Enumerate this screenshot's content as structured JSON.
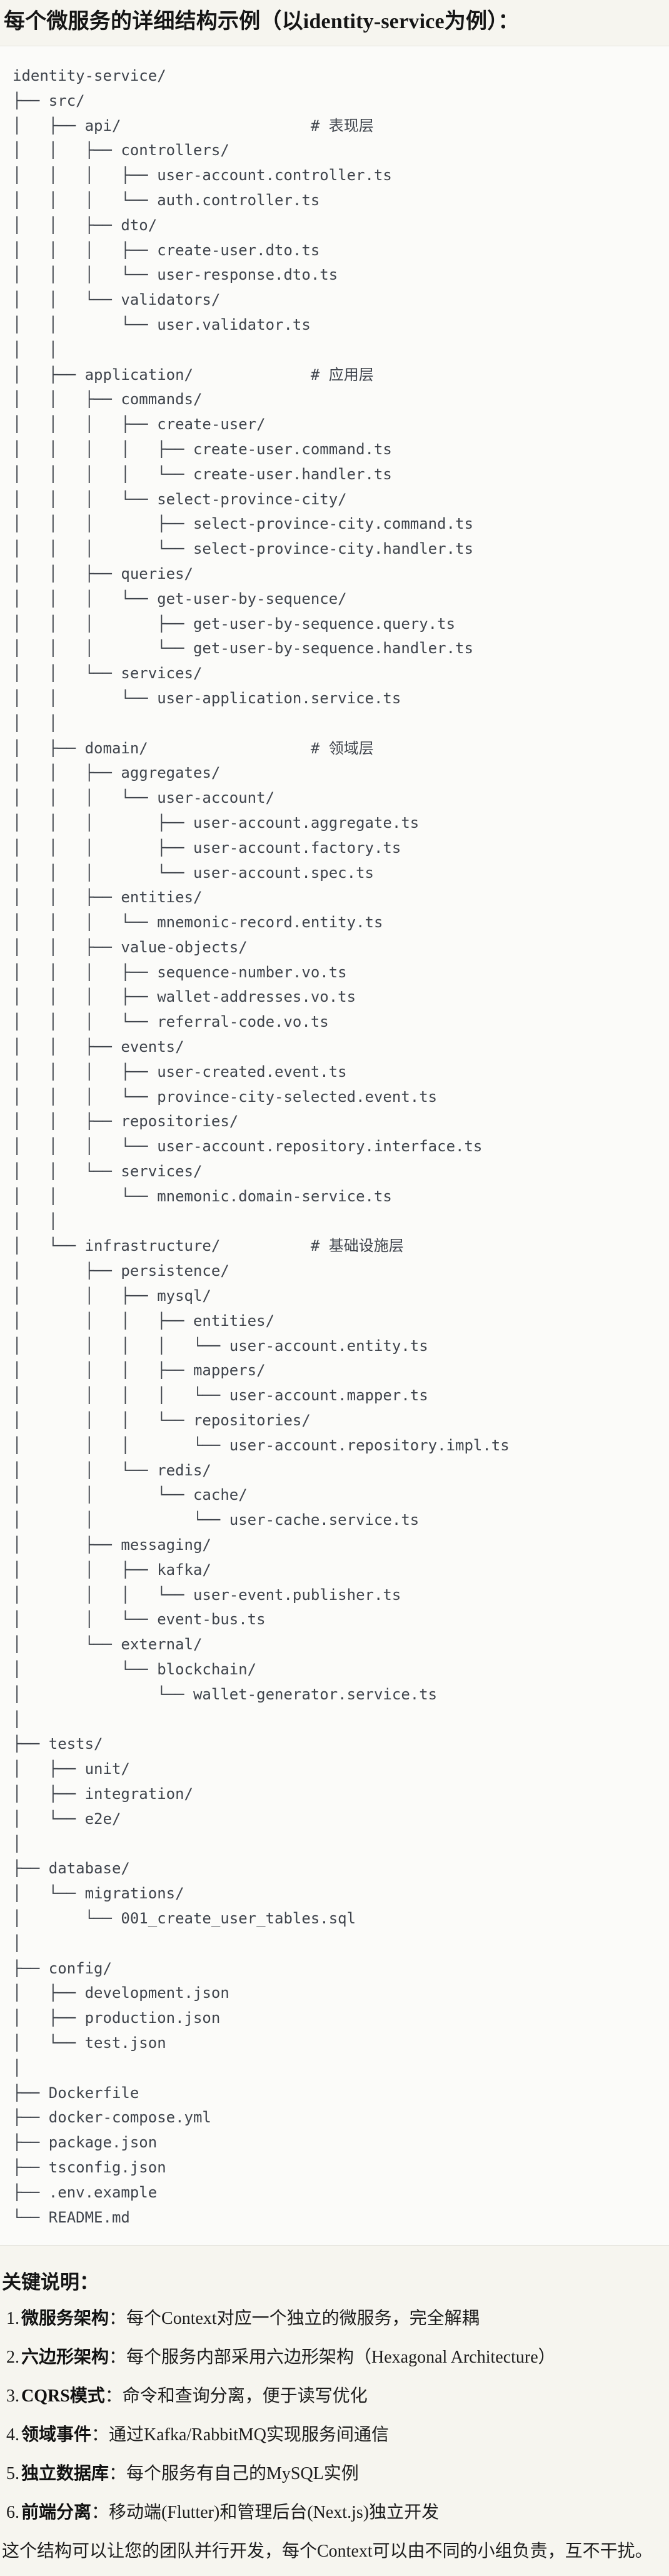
{
  "page": {
    "title": "每个微服务的详细结构示例（以identity-service为例）："
  },
  "code_block": {
    "tree_lines": [
      "identity-service/",
      "├── src/",
      "│   ├── api/                     # 表现层",
      "│   │   ├── controllers/",
      "│   │   │   ├── user-account.controller.ts",
      "│   │   │   └── auth.controller.ts",
      "│   │   ├── dto/",
      "│   │   │   ├── create-user.dto.ts",
      "│   │   │   └── user-response.dto.ts",
      "│   │   └── validators/",
      "│   │       └── user.validator.ts",
      "│   │",
      "│   ├── application/             # 应用层",
      "│   │   ├── commands/",
      "│   │   │   ├── create-user/",
      "│   │   │   │   ├── create-user.command.ts",
      "│   │   │   │   └── create-user.handler.ts",
      "│   │   │   └── select-province-city/",
      "│   │   │       ├── select-province-city.command.ts",
      "│   │   │       └── select-province-city.handler.ts",
      "│   │   ├── queries/",
      "│   │   │   └── get-user-by-sequence/",
      "│   │   │       ├── get-user-by-sequence.query.ts",
      "│   │   │       └── get-user-by-sequence.handler.ts",
      "│   │   └── services/",
      "│   │       └── user-application.service.ts",
      "│   │",
      "│   ├── domain/                  # 领域层",
      "│   │   ├── aggregates/",
      "│   │   │   └── user-account/",
      "│   │   │       ├── user-account.aggregate.ts",
      "│   │   │       ├── user-account.factory.ts",
      "│   │   │       └── user-account.spec.ts",
      "│   │   ├── entities/",
      "│   │   │   └── mnemonic-record.entity.ts",
      "│   │   ├── value-objects/",
      "│   │   │   ├── sequence-number.vo.ts",
      "│   │   │   ├── wallet-addresses.vo.ts",
      "│   │   │   └── referral-code.vo.ts",
      "│   │   ├── events/",
      "│   │   │   ├── user-created.event.ts",
      "│   │   │   └── province-city-selected.event.ts",
      "│   │   ├── repositories/",
      "│   │   │   └── user-account.repository.interface.ts",
      "│   │   └── services/",
      "│   │       └── mnemonic.domain-service.ts",
      "│   │",
      "│   └── infrastructure/          # 基础设施层",
      "│       ├── persistence/",
      "│       │   ├── mysql/",
      "│       │   │   ├── entities/",
      "│       │   │   │   └── user-account.entity.ts",
      "│       │   │   ├── mappers/",
      "│       │   │   │   └── user-account.mapper.ts",
      "│       │   │   └── repositories/",
      "│       │   │       └── user-account.repository.impl.ts",
      "│       │   └── redis/",
      "│       │       └── cache/",
      "│       │           └── user-cache.service.ts",
      "│       ├── messaging/",
      "│       │   ├── kafka/",
      "│       │   │   └── user-event.publisher.ts",
      "│       │   └── event-bus.ts",
      "│       └── external/",
      "│           └── blockchain/",
      "│               └── wallet-generator.service.ts",
      "│",
      "├── tests/",
      "│   ├── unit/",
      "│   ├── integration/",
      "│   └── e2e/",
      "│",
      "├── database/",
      "│   └── migrations/",
      "│       └── 001_create_user_tables.sql",
      "│",
      "├── config/",
      "│   ├── development.json",
      "│   ├── production.json",
      "│   └── test.json",
      "│",
      "├── Dockerfile",
      "├── docker-compose.yml",
      "├── package.json",
      "├── tsconfig.json",
      "├── .env.example",
      "└── README.md"
    ]
  },
  "notes": {
    "heading": "关键说明：",
    "items": [
      {
        "num": "1.",
        "label": "微服务架构",
        "text": "：每个Context对应一个独立的微服务，完全解耦"
      },
      {
        "num": "2.",
        "label": "六边形架构",
        "text": "：每个服务内部采用六边形架构（Hexagonal Architecture）"
      },
      {
        "num": "3.",
        "label": "CQRS模式",
        "text": "：命令和查询分离，便于读写优化"
      },
      {
        "num": "4.",
        "label": "领域事件",
        "text": "：通过Kafka/RabbitMQ实现服务间通信"
      },
      {
        "num": "5.",
        "label": "独立数据库",
        "text": "：每个服务有自己的MySQL实例"
      },
      {
        "num": "6.",
        "label": "前端分离",
        "text": "：移动端(Flutter)和管理后台(Next.js)独立开发"
      }
    ]
  },
  "closing": "这个结构可以让您的团队并行开发，每个Context可以由不同的小组负责，互不干扰。",
  "colors": {
    "page_bg": "#f6f5ef",
    "code_bg": "#fbfbf9",
    "divider": "#e4e3dc",
    "code_text": "#3f444c",
    "body_text": "#1d1d1d"
  }
}
